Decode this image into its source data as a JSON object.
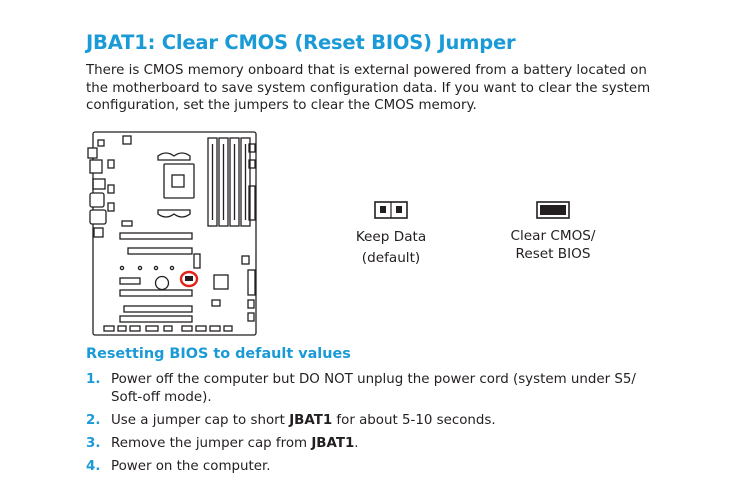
{
  "title": "JBAT1: Clear CMOS (Reset BIOS) Jumper",
  "intro_lines": [
    "There is CMOS memory onboard that is external powered from a battery located on",
    "the motherboard to save system configuration data. If you want to clear the system",
    "configuration, set the jumpers to clear the CMOS memory."
  ],
  "jumpers": {
    "keep": {
      "label_line1": "Keep Data",
      "label_line2": "(default)"
    },
    "clear": {
      "label_line1": "Clear CMOS/",
      "label_line2": "Reset BIOS"
    }
  },
  "colors": {
    "accent": "#1a9ad6",
    "highlight": "#e2231a",
    "text": "#231f20"
  },
  "section_title": "Resetting BIOS to default values",
  "steps": [
    {
      "num": "1.",
      "line1": "Power off the computer but DO NOT unplug the power cord (system under S5/",
      "line2": "Soft-off mode)."
    },
    {
      "num": "2.",
      "pre": "Use a jumper cap to short ",
      "bold": "JBAT1",
      "post": " for about 5-10 seconds."
    },
    {
      "num": "3.",
      "pre": "Remove the jumper cap from ",
      "bold": "JBAT1",
      "post": "."
    },
    {
      "num": "4.",
      "pre": "Power on the computer."
    }
  ]
}
